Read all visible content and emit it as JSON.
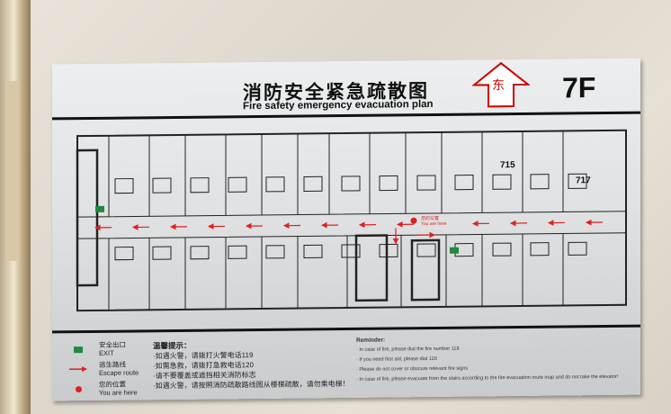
{
  "sign": {
    "title_cn": "消防安全紧急疏散图",
    "title_en": "Fire safety emergency evacuation plan",
    "direction": "东",
    "floor": "7F",
    "rooms": [
      "715",
      "717"
    ],
    "you_are_here_cn": "您的位置",
    "you_are_here_en": "You are here"
  },
  "legend": [
    {
      "icon": "exit-sign-icon",
      "cn": "安全出口",
      "en": "EXIT"
    },
    {
      "icon": "red-arrow-icon",
      "cn": "逃生路线",
      "en": "Escape route"
    },
    {
      "icon": "red-dot-icon",
      "cn": "您的位置",
      "en": "You are here"
    }
  ],
  "tips_cn": {
    "heading": "温馨提示：",
    "items": [
      "·如遇火警，请拨打火警电话119",
      "·如需急救，请拨打急救电话120",
      "·请不要覆盖或遮挡相关消防标志",
      "·如遇火警，请按照消防疏散路线图从楼梯疏散，请勿乘电梯！"
    ]
  },
  "tips_en": {
    "heading": "Reminder:",
    "items": [
      "· In case of fire, please dial the fire number 119",
      "· If you need first aid, please dial 120",
      "· Please do not cover or obscure relevant fire signs",
      "· In case of fire, please evacuate from the stairs according to the fire evacuation route map and do not take the elevator!"
    ]
  },
  "colors": {
    "route": "#e02020",
    "exit": "#1f8a3a",
    "text": "#111111"
  }
}
